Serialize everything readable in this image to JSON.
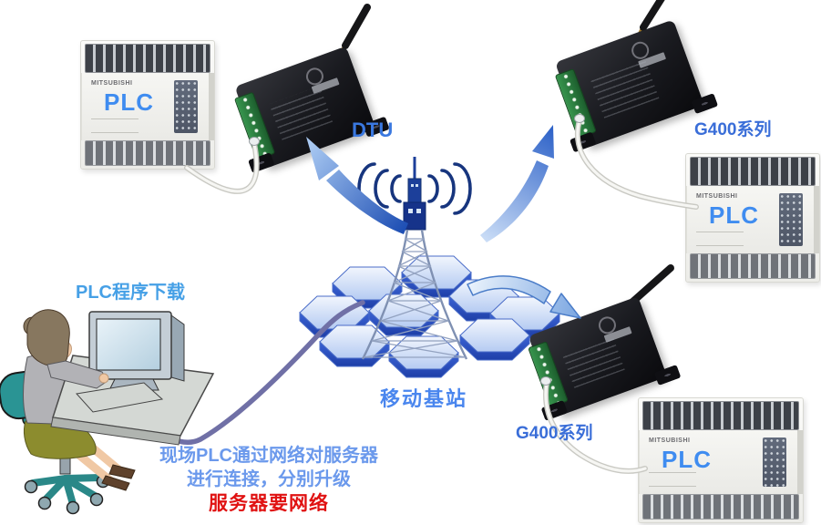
{
  "labels": {
    "dtu": "DTU",
    "g400_top": "G400系列",
    "g400_bottom": "G400系列",
    "base_station": "移动基站",
    "plc_download": "PLC程序下载"
  },
  "devices": {
    "plc_left": {
      "brand": "MITSUBISHI",
      "label": "PLC"
    },
    "plc_right_top": {
      "brand": "MITSUBISHI",
      "label": "PLC"
    },
    "plc_right_bottom": {
      "brand": "MITSUBISHI",
      "label": "PLC"
    }
  },
  "caption": {
    "line1": "现场PLC通过网络对服务器",
    "line2": "进行连接，分别升级",
    "line3": "服务器要网络"
  },
  "colors": {
    "label_blue": "#3a78e0",
    "station_blue": "#4a86ee",
    "download_blue": "#46a0e6",
    "caption_blue": "#6b99ec",
    "warning_red": "#e01212",
    "plc_text_blue": "#3f8cf0",
    "arrow_dark_blue": "#1e4fb4",
    "arrow_light_blue": "#a9c9f2",
    "cable_purple": "#7070a6",
    "hexagon_blue": "#2a50c0",
    "terminal_green": "#2f8a44",
    "radio_wave_blue": "#17357e"
  }
}
